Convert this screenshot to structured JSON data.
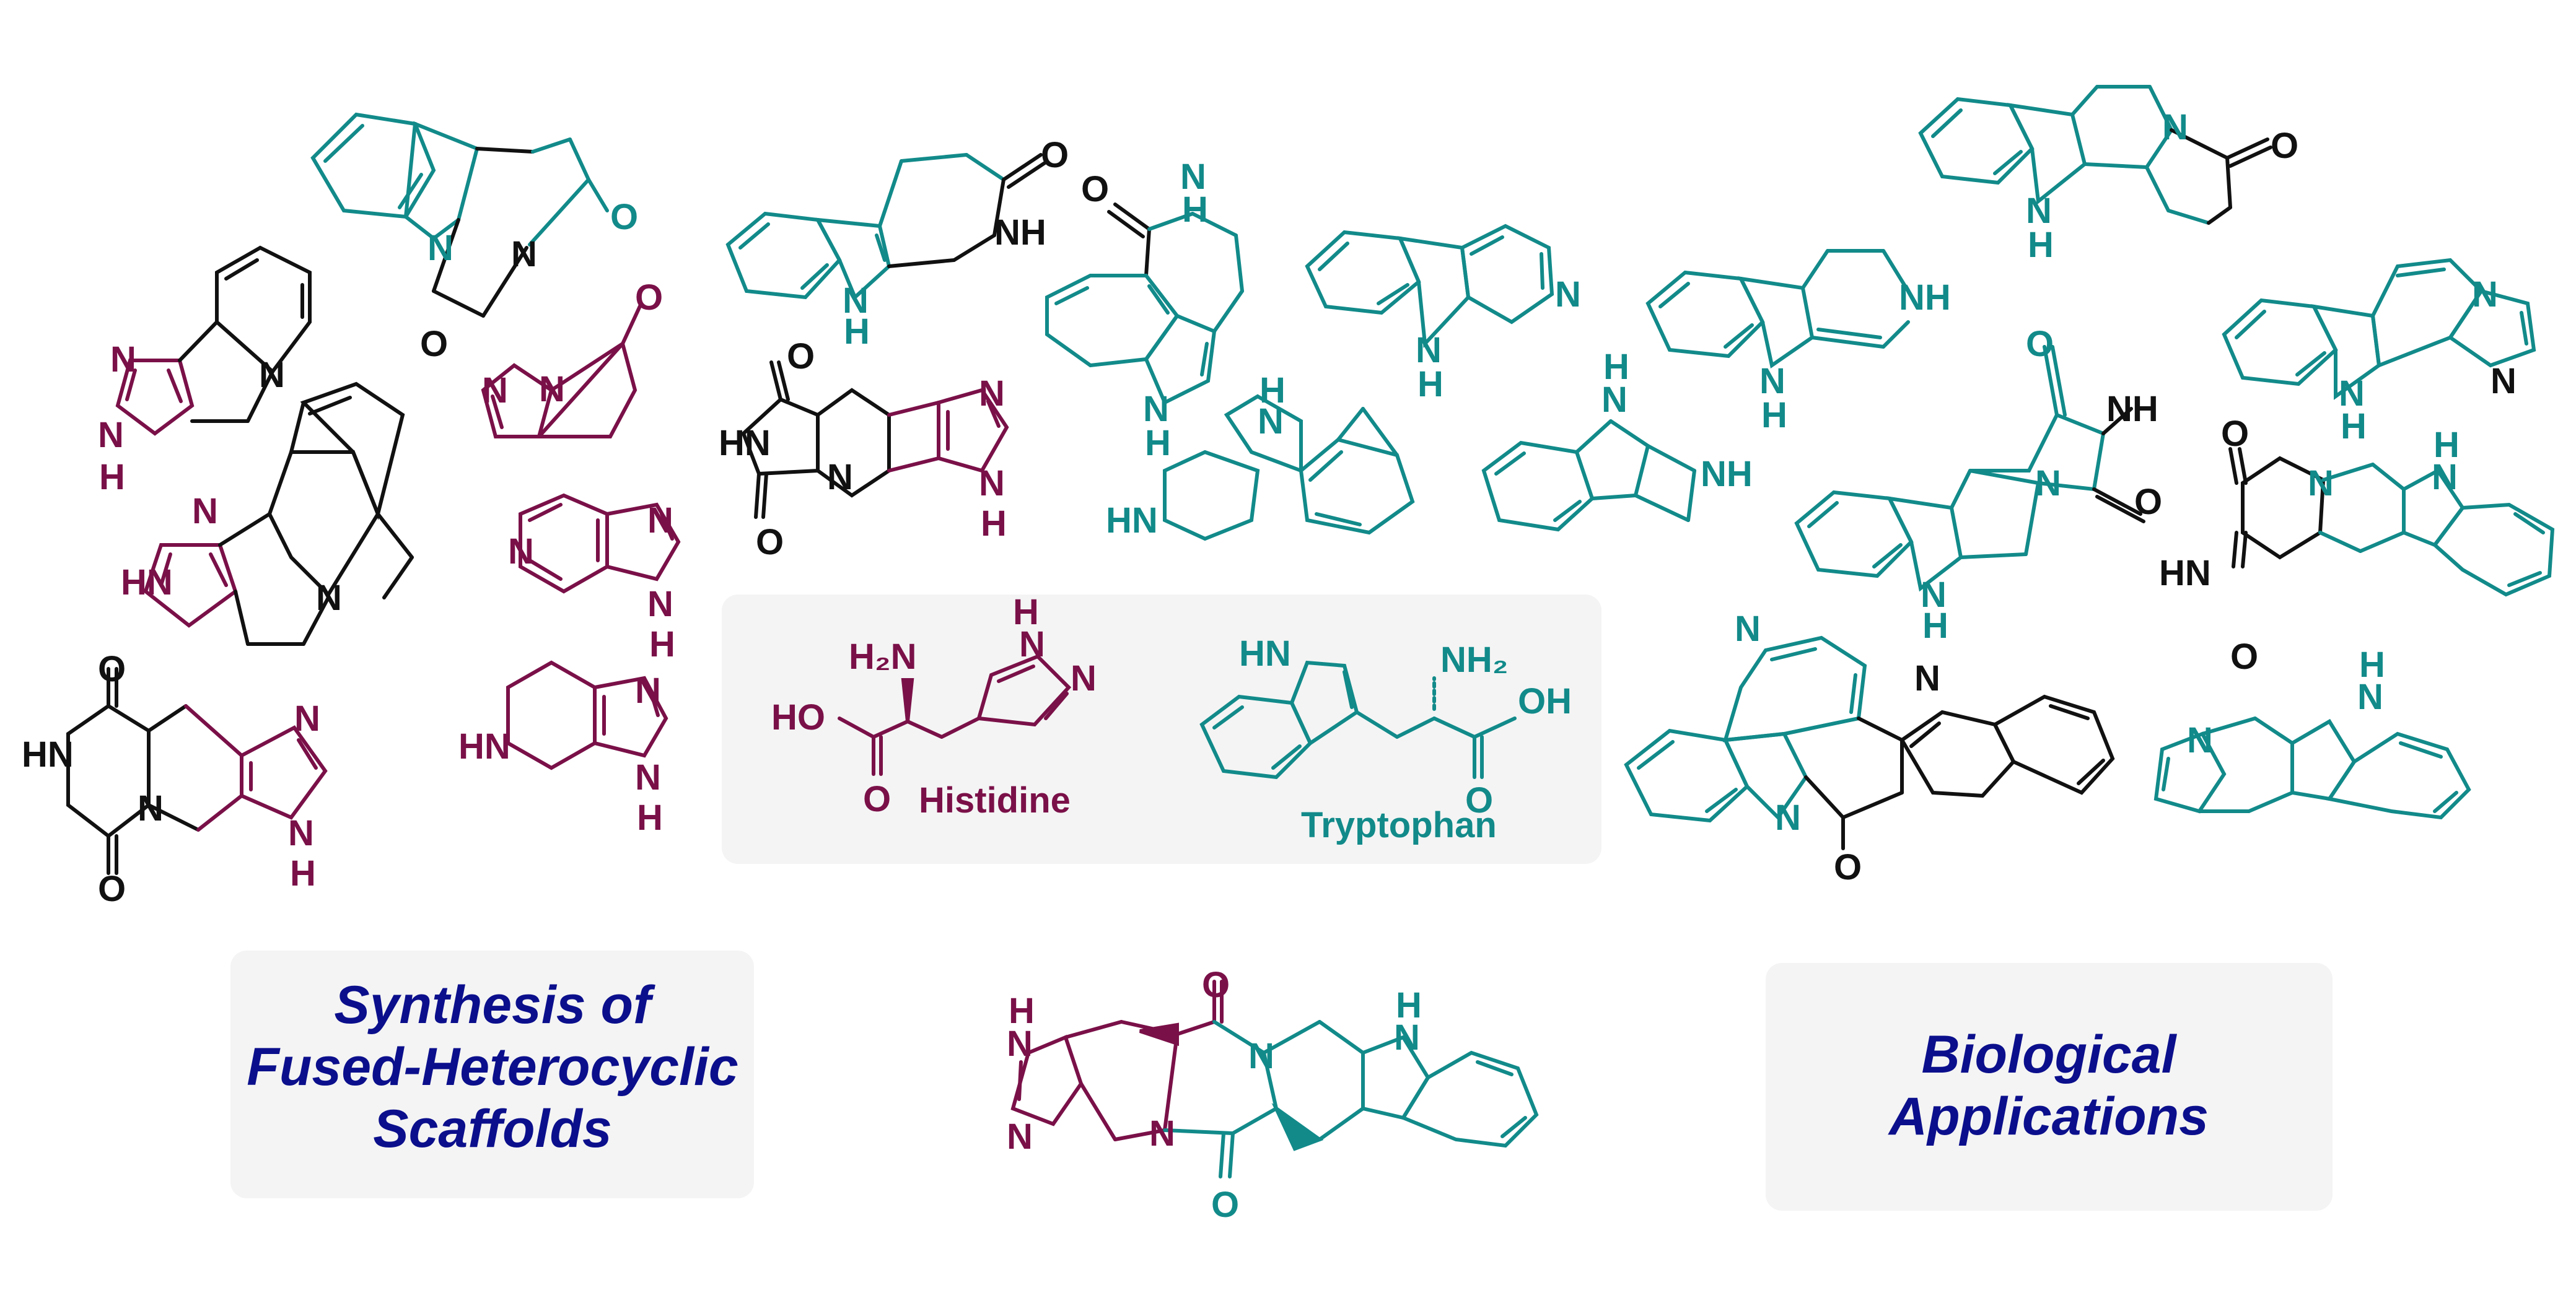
{
  "colors": {
    "histidine": "#7a1048",
    "tryptophan": "#128a8a",
    "neutral": "#111111",
    "label_text": "#0b0f8c",
    "panel_bg": "#f4f4f4"
  },
  "amino_acids": {
    "histidine": {
      "name": "Histidine",
      "nh2": "H₂N",
      "oh": "HO",
      "o": "O",
      "ring_n1": "N",
      "ring_n2": "N",
      "ring_h": "H"
    },
    "tryptophan": {
      "name": "Tryptophan",
      "hn": "HN",
      "nh2": "NH₂",
      "oh": "OH",
      "o": "O"
    }
  },
  "labels": {
    "synthesis": [
      "Synthesis of",
      "Fused-Heterocyclic",
      "Scaffolds"
    ],
    "biological": [
      "Biological",
      "Applications"
    ]
  },
  "atoms": {
    "N": "N",
    "O": "O",
    "H": "H",
    "NH": "NH",
    "HN": "HN"
  }
}
